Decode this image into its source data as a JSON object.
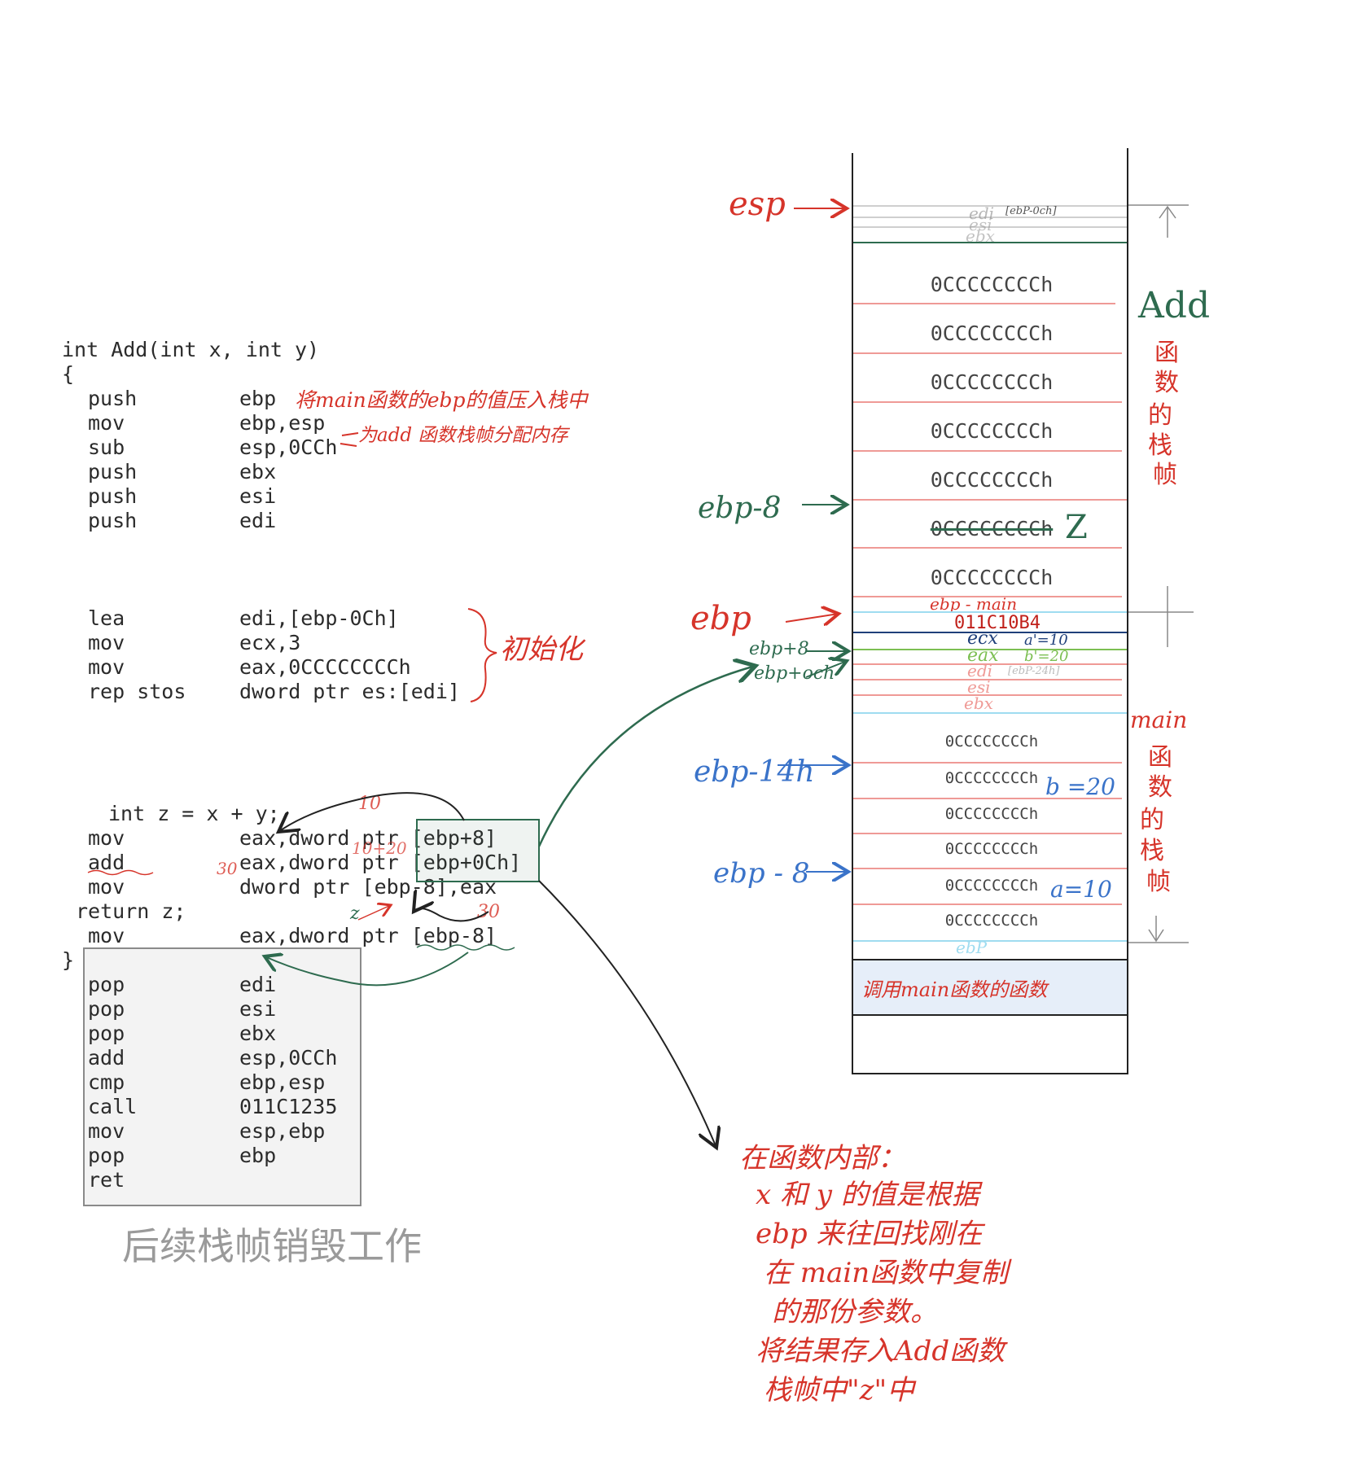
{
  "code": {
    "header": [
      "int Add(int x, int y)",
      "{"
    ],
    "prologue": [
      {
        "op": "push",
        "arg": "ebp"
      },
      {
        "op": "mov",
        "arg": "ebp,esp"
      },
      {
        "op": "sub",
        "arg": "esp,0CCh"
      },
      {
        "op": "push",
        "arg": "ebx"
      },
      {
        "op": "push",
        "arg": "esi"
      },
      {
        "op": "push",
        "arg": "edi"
      }
    ],
    "init": [
      {
        "op": "lea",
        "arg": "edi,[ebp-0Ch]"
      },
      {
        "op": "mov",
        "arg": "ecx,3"
      },
      {
        "op": "mov",
        "arg": "eax,0CCCCCCCCh"
      },
      {
        "op": "rep stos",
        "arg": "dword ptr es:[edi]"
      }
    ],
    "body_line": "int z = x + y;",
    "body": [
      {
        "op": "mov",
        "arg": "eax,dword ptr [ebp+8]"
      },
      {
        "op": "add",
        "arg": "eax,dword ptr [ebp+0Ch]"
      },
      {
        "op": "mov",
        "arg": "dword ptr [ebp-8],eax"
      }
    ],
    "return_line": "return z;",
    "ret_mov": {
      "op": "mov",
      "arg": "eax,dword ptr [ebp-8]"
    },
    "close_brace": "}",
    "epilogue": [
      {
        "op": "pop",
        "arg": "edi"
      },
      {
        "op": "pop",
        "arg": "esi"
      },
      {
        "op": "pop",
        "arg": "ebx"
      },
      {
        "op": "add",
        "arg": "esp,0CCh"
      },
      {
        "op": "cmp",
        "arg": "ebp,esp"
      },
      {
        "op": "call",
        "arg": "011C1235"
      },
      {
        "op": "mov",
        "arg": "esp,ebp"
      },
      {
        "op": "pop",
        "arg": "ebp"
      },
      {
        "op": "ret",
        "arg": ""
      }
    ]
  },
  "annotations": {
    "push_ebp_note": "将main函数的ebp的值压入栈中",
    "alloc_note": "为add 函数栈帧分配内存",
    "init_note": "初始化",
    "epilogue_note": "后续栈帧销毁工作",
    "val_10": "10",
    "val_10_20": "10+20",
    "val_30_left": "30",
    "val_z": "z",
    "val_30_right": "30",
    "explain": [
      "在函数内部：",
      "x 和 y 的值是根据",
      "ebp 来往回找刚在",
      "在 main函数中复制",
      "的那份参数。",
      "将结果存入Add函数",
      "栈帧中\"z\"中"
    ]
  },
  "stack": {
    "top_regs": {
      "edi": "edi",
      "edi_off": "[ebP-0ch]",
      "esi": "esi",
      "ebx": "ebx"
    },
    "add_cells": [
      "0CCCCCCCCh",
      "0CCCCCCCCh",
      "0CCCCCCCCh",
      "0CCCCCCCCh",
      "0CCCCCCCCh",
      "0CCCCCCCCh",
      "0CCCCCCCCh"
    ],
    "z_label": "Z",
    "ebp_main": "ebp - main",
    "ret_addr": "011C10B4",
    "ecx": "ecx",
    "a_prime": "a'=10",
    "eax": "eax",
    "b_prime": "b'=20",
    "edi2": "edi",
    "edi2_off": "[ebP-24h]",
    "esi2": "esi",
    "ebx2": "ebx",
    "main_cells": [
      "0CCCCCCCCh",
      "0CCCCCCCCh",
      "0CCCCCCCCh",
      "0CCCCCCCCh",
      "0CCCCCCCCh",
      "0CCCCCCCCh"
    ],
    "b_label": "b =20",
    "a_label": "a=10",
    "ebp_bottom": "ebP",
    "caller": "调用main函数的函数"
  },
  "pointers": {
    "esp": "esp",
    "ebp_minus_8_top": "ebp-8",
    "ebp": "ebp",
    "ebp_plus_8": "ebp+8",
    "ebp_plus_och": "ebp+och",
    "ebp_minus_14h": "ebp-14h",
    "ebp_minus_8_bottom": "ebp - 8"
  },
  "side_labels": {
    "add_frame": [
      "Add",
      "函",
      "数",
      "的",
      "栈",
      "帧"
    ],
    "main_frame": [
      "main",
      "函",
      "数",
      "的",
      "栈",
      "帧"
    ]
  },
  "colors": {
    "red": "#d6342a",
    "green": "#2e6b4f",
    "blue": "#3a73c9",
    "pink": "#ef9a96",
    "cyan": "#9fdcf0",
    "navy": "#1f3f7a",
    "lime": "#7cbf52",
    "caller_fill": "#e6eef9"
  }
}
